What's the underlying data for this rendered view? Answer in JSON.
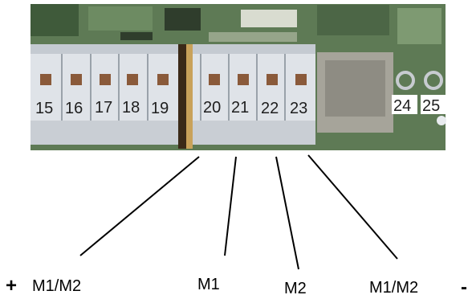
{
  "photo": {
    "terminals": [
      "15",
      "16",
      "17",
      "18",
      "19",
      "20",
      "21",
      "22",
      "23",
      "24",
      "25"
    ],
    "colors": {
      "board": "#5e7a55",
      "board_dark": "#2f3d2c",
      "block": "#dfe3e8",
      "block_shadow": "#9aa2aa",
      "screw": "#8a5a3a",
      "cable_tan": "#c9a25a",
      "cable_dark": "#3b2a18",
      "relay": "#a6a49a"
    }
  },
  "annotations": {
    "plus_sign": "+",
    "minus_sign": "-",
    "labels": [
      "M1/M2",
      "M1",
      "M2",
      "M1/M2"
    ],
    "line_color": "#000000"
  }
}
